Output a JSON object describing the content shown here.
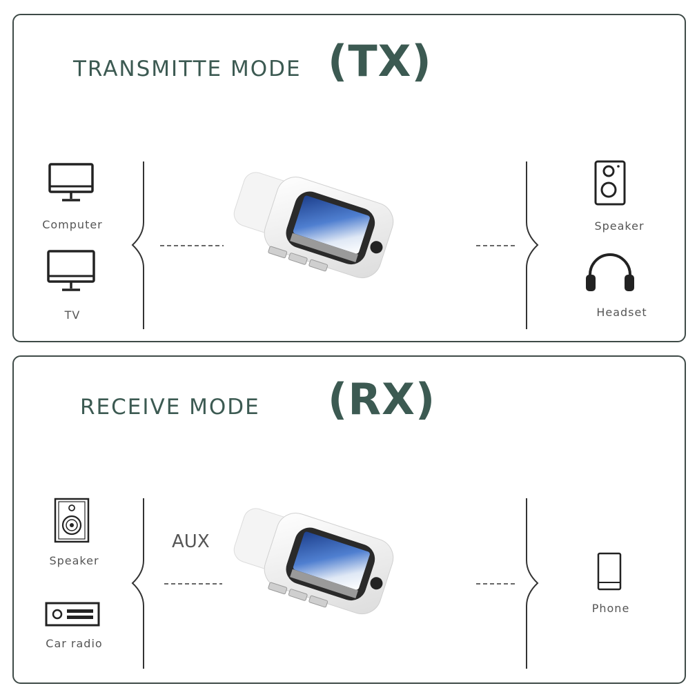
{
  "tx": {
    "mode_label": "TRANSMITTE MODE",
    "mode_code": "(TX)",
    "left_devices": [
      {
        "label": "Computer",
        "icon": "monitor-icon"
      },
      {
        "label": "TV",
        "icon": "tv-icon"
      }
    ],
    "right_devices": [
      {
        "label": "Speaker",
        "icon": "speaker-icon"
      },
      {
        "label": "Headset",
        "icon": "headphones-icon"
      }
    ]
  },
  "rx": {
    "mode_label": "RECEIVE MODE",
    "mode_code": "(RX)",
    "aux_label": "AUX",
    "left_devices": [
      {
        "label": "Speaker",
        "icon": "speaker-box-icon"
      },
      {
        "label": "Car radio",
        "icon": "car-radio-icon"
      }
    ],
    "right_devices": [
      {
        "label": "Phone",
        "icon": "phone-icon"
      }
    ]
  },
  "colors": {
    "title_green": "#3c5a52",
    "border": "#3e4a47",
    "screen_blue": "#2f5fae"
  }
}
